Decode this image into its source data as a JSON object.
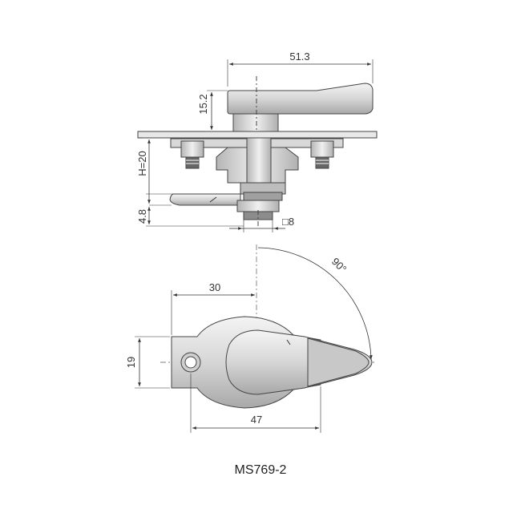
{
  "caption": "MS769-2",
  "side_view": {
    "overall_width": "51.3",
    "handle_height": "15.2",
    "height": "H=20",
    "cam_thickness": "4.8",
    "square_size": "□8"
  },
  "top_view": {
    "offset": "30",
    "width": "19",
    "length": "47",
    "rotation": "90°"
  },
  "colors": {
    "part_fill": "#e2e2e2",
    "part_dark": "#9a9a9a",
    "line": "#333333"
  }
}
